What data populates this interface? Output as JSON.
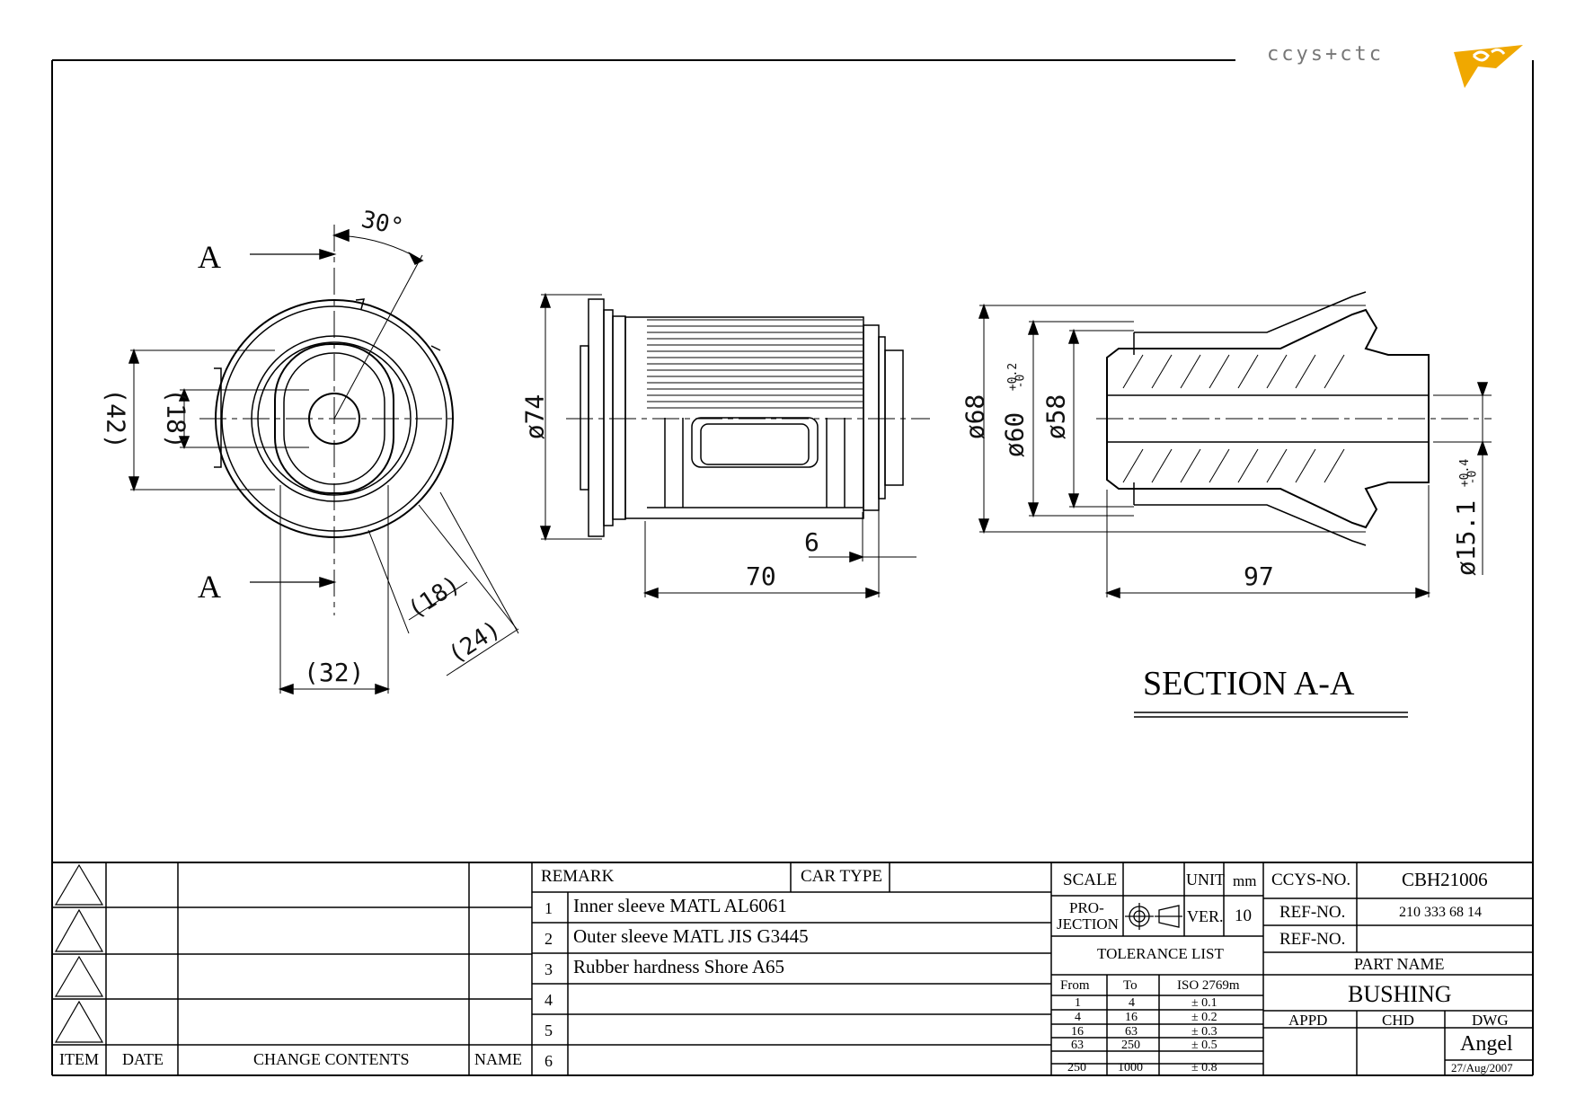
{
  "logo": {
    "text": "ccys+ctc"
  },
  "views": {
    "section_marker_top": "A",
    "section_marker_bottom": "A",
    "section_title": "SECTION A-A"
  },
  "dimensions": {
    "angle": "30°",
    "d42": "(42)",
    "d18": "(18)",
    "d32": "(32)",
    "d18b": "(18)",
    "d24": "(24)",
    "d74": "ø74",
    "d70": "70",
    "d6": "6",
    "d68": "ø68",
    "d60": "ø60",
    "d60_tol_up": "+0.2",
    "d60_tol_lo": "-0",
    "d58": "ø58",
    "d97": "97",
    "d151": "ø15.1",
    "d151_tol_up": "+0.4",
    "d151_tol_lo": "-0"
  },
  "change_table": {
    "headers": {
      "item": "ITEM",
      "date": "DATE",
      "contents": "CHANGE CONTENTS",
      "name": "NAME"
    }
  },
  "remark_table": {
    "remark_label": "REMARK",
    "car_type_label": "CAR TYPE",
    "rows": [
      {
        "no": "1",
        "text": "Inner sleeve MATL AL6061"
      },
      {
        "no": "2",
        "text": "Outer sleeve MATL JIS G3445"
      },
      {
        "no": "3",
        "text": "Rubber hardness Shore A65"
      },
      {
        "no": "4",
        "text": ""
      },
      {
        "no": "5",
        "text": ""
      },
      {
        "no": "6",
        "text": ""
      }
    ]
  },
  "info_block": {
    "scale_label": "SCALE",
    "unit_label": "UNIT",
    "unit_value": "mm",
    "projection_label_1": "PRO-",
    "projection_label_2": "JECTION",
    "ver_label": "VER.",
    "ver_value": "10",
    "tolerance_title": "TOLERANCE LIST",
    "tol_headers": {
      "from": "From",
      "to": "To",
      "iso": "ISO 2769m"
    },
    "tolerances": [
      {
        "from": "1",
        "to": "4",
        "tol": "± 0.1"
      },
      {
        "from": "4",
        "to": "16",
        "tol": "± 0.2"
      },
      {
        "from": "16",
        "to": "63",
        "tol": "± 0.3"
      },
      {
        "from": "63",
        "to": "250",
        "tol": "± 0.5"
      },
      {
        "from": "250",
        "to": "1000",
        "tol": "± 0.8"
      }
    ]
  },
  "title_block": {
    "ccys_no_label": "CCYS-NO.",
    "ccys_no": "CBH21006",
    "ref_no_label": "REF-NO.",
    "ref_no": "210 333 68 14",
    "ref_no2_label": "REF-NO.",
    "ref_no2": "",
    "part_name_label": "PART NAME",
    "part_name": "BUSHING",
    "appd_label": "APPD",
    "chd_label": "CHD",
    "dwg_label": "DWG",
    "drawn_by": "Angel",
    "date": "27/Aug/2007"
  },
  "colors": {
    "line": "#000000",
    "logo_grey": "#777777",
    "logo_accent": "#f0a800"
  }
}
